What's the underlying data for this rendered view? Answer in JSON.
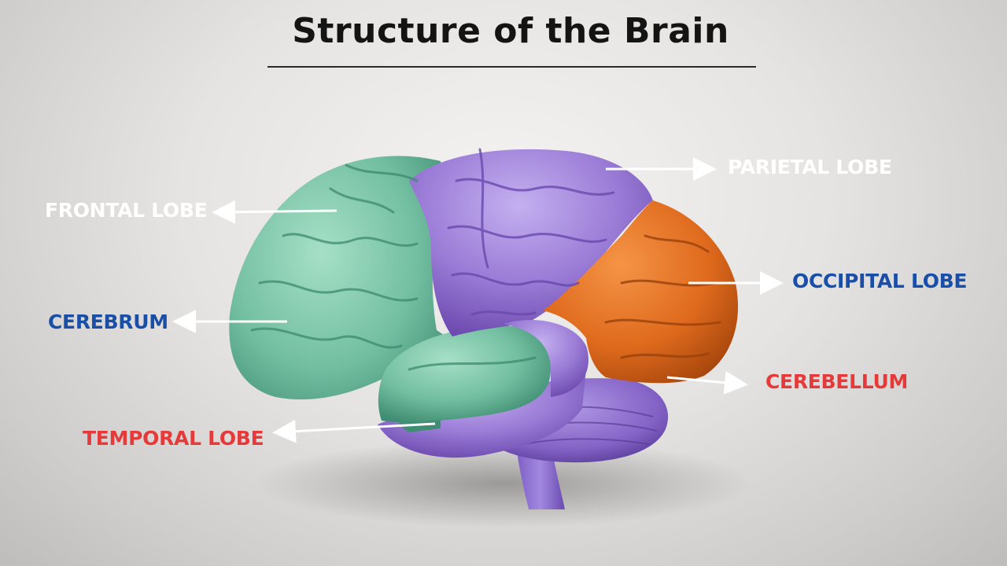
{
  "title": "Structure of the Brain",
  "colors": {
    "frontal": "#7ec7ab",
    "parietal": "#9a7bd6",
    "occipital": "#e06a1e",
    "cerebellum": "#8f6fcf",
    "label_white": "#ffffff",
    "label_blue": "#1a4fa8",
    "label_red": "#e63a3a"
  },
  "labels": {
    "frontal_lobe": "FRONTAL LOBE",
    "parietal_lobe": "PARIETAL LOBE",
    "occipital_lobe": "OCCIPITAL LOBE",
    "cerebrum": "CEREBRUM",
    "cerebellum": "CEREBELLUM",
    "temporal_lobe": "TEMPORAL LOBE"
  }
}
